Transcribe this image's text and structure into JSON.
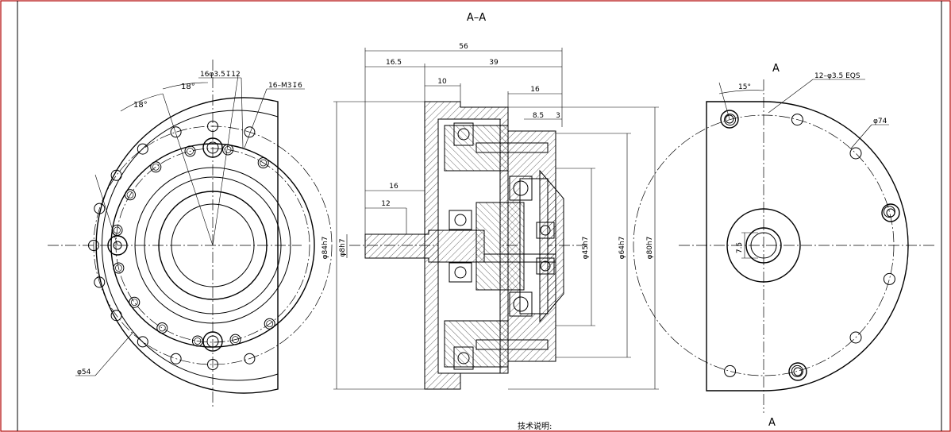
{
  "section_title": "A–A",
  "section_marker": "A",
  "notes_heading": "技术说明:",
  "left_view": {
    "angle_1": "18°",
    "angle_2": "18°",
    "callout_holes": "16φ3.5↧12",
    "callout_threads": "16–M3↧6",
    "diameter_pcd": "φ54"
  },
  "section_view": {
    "dim_overall": "56",
    "dim_flange": "16.5",
    "dim_body": "39",
    "dim_10": "10",
    "dim_16_top": "16",
    "dim_8_5": "8.5",
    "dim_3": "3",
    "dim_16_shaft": "16",
    "dim_12": "12",
    "dia_84": "φ84h7",
    "dia_8": "φ8h7",
    "dia_45": "φ45h7",
    "dia_64": "φ64h7",
    "dia_80": "φ80h7"
  },
  "right_view": {
    "angle": "15°",
    "callout_holes": "12–φ3.5 EQS",
    "diameter_pcd": "φ74",
    "dim_7_5": "7.5"
  }
}
